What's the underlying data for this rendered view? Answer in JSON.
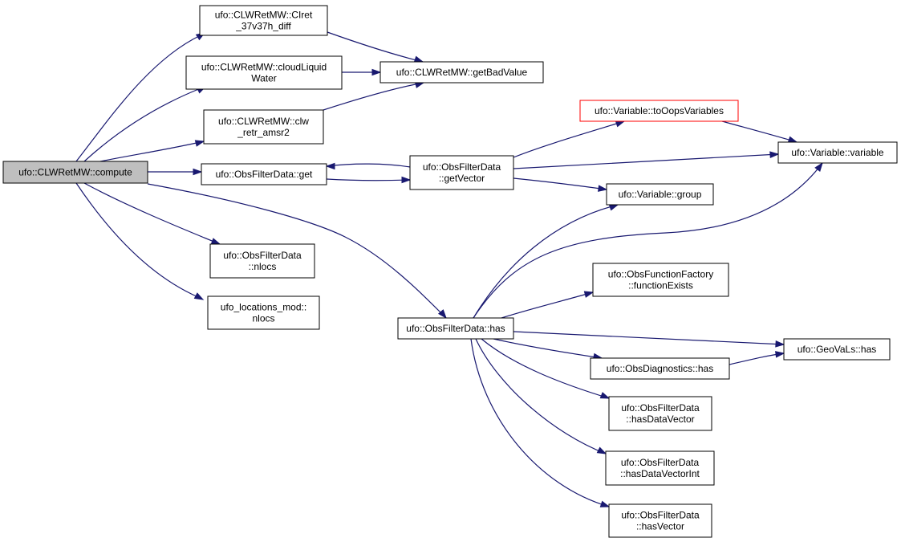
{
  "colors": {
    "edge": "#191970",
    "root_fill": "#bfbfbf",
    "highlight_border": "#ff0000",
    "node_border": "#000000"
  },
  "nodes": {
    "compute": {
      "lines": [
        "ufo::CLWRetMW::compute"
      ]
    },
    "clret": {
      "lines": [
        "ufo::CLWRetMW::CIret",
        "_37v37h_diff"
      ]
    },
    "cloudliquid": {
      "lines": [
        "ufo::CLWRetMW::cloudLiquid",
        "Water"
      ]
    },
    "clwretr": {
      "lines": [
        "ufo::CLWRetMW::clw",
        "_retr_amsr2"
      ]
    },
    "getbad": {
      "lines": [
        "ufo::CLWRetMW::getBadValue"
      ]
    },
    "ofdget": {
      "lines": [
        "ufo::ObsFilterData::get"
      ]
    },
    "getvector": {
      "lines": [
        "ufo::ObsFilterData",
        "::getVector"
      ]
    },
    "tooops": {
      "lines": [
        "ufo::Variable::toOopsVariables"
      ]
    },
    "variable": {
      "lines": [
        "ufo::Variable::variable"
      ]
    },
    "group": {
      "lines": [
        "ufo::Variable::group"
      ]
    },
    "nlocs": {
      "lines": [
        "ufo::ObsFilterData",
        "::nlocs"
      ]
    },
    "locmod": {
      "lines": [
        "ufo_locations_mod::",
        "nlocs"
      ]
    },
    "ofdhas": {
      "lines": [
        "ufo::ObsFilterData::has"
      ]
    },
    "funcexists": {
      "lines": [
        "ufo::ObsFunctionFactory",
        "::functionExists"
      ]
    },
    "geovalshas": {
      "lines": [
        "ufo::GeoVaLs::has"
      ]
    },
    "diaghas": {
      "lines": [
        "ufo::ObsDiagnostics::has"
      ]
    },
    "hasdatavector": {
      "lines": [
        "ufo::ObsFilterData",
        "::hasDataVector"
      ]
    },
    "hasdatavectorint": {
      "lines": [
        "ufo::ObsFilterData",
        "::hasDataVectorInt"
      ]
    },
    "hasvector": {
      "lines": [
        "ufo::ObsFilterData",
        "::hasVector"
      ]
    }
  }
}
